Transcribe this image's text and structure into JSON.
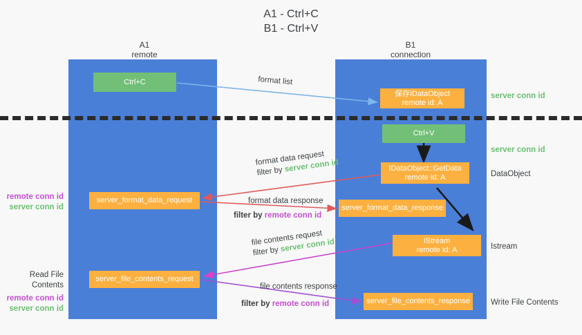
{
  "title": {
    "line1": "A1 - Ctrl+C",
    "line2": "B1 - Ctrl+V"
  },
  "lanes": [
    {
      "name": "A1",
      "sub": "remote"
    },
    {
      "name": "B1",
      "sub": "connection"
    }
  ],
  "nodes": {
    "ctrl_c": "Ctrl+C",
    "ctrl_v": "Ctrl+V",
    "save_idataobject_l1": "保存IDataObject",
    "save_idataobject_l2": "remote id: A",
    "getdata_l1": "IDataObject::GetData",
    "getdata_l2": "remote id: A",
    "istream_l1": "IStream",
    "istream_l2": "remote id: A",
    "server_format_data_request": "server_format_data_request",
    "server_format_data_response": "server_format_data_response",
    "server_file_contents_request": "server_file_contents_request",
    "server_file_contents_response": "server_file_contents_response"
  },
  "edge_labels": {
    "format_list": "format list",
    "format_data_request": "format data request",
    "format_data_response": "format data response",
    "file_contents_request": "file contents request",
    "file_contents_response": "file contents response",
    "filter_by": "filter by",
    "server_conn_id": "server conn id",
    "remote_conn_id": "remote conn id"
  },
  "right_labels": {
    "server_conn_id_top": "server conn id",
    "server_conn_id_mid": "server conn id",
    "dataobject": "DataObject",
    "istream": "Istream",
    "write_file_contents": "Write File Contents"
  },
  "left_labels": {
    "remote_conn_id_1": "remote conn id",
    "server_conn_id_1": "server conn id",
    "read_file_contents": "Read File Contents",
    "remote_conn_id_2": "remote conn id",
    "server_conn_id_2": "server conn id"
  },
  "colors": {
    "lane_blue": "#4a7fd8",
    "node_green": "#72bf78",
    "node_orange": "#fbb03f",
    "accent_green_text": "#6cbf73",
    "accent_purple_text": "#c34fd0",
    "arrow_blue": "#7fb5e8",
    "arrow_red": "#e05a5a",
    "arrow_magenta": "#e040c8",
    "arrow_purple": "#a24fd0",
    "arrow_black": "#1a1a1a",
    "background": "#f8f8f8",
    "dash_line": "#2b2b2b"
  }
}
